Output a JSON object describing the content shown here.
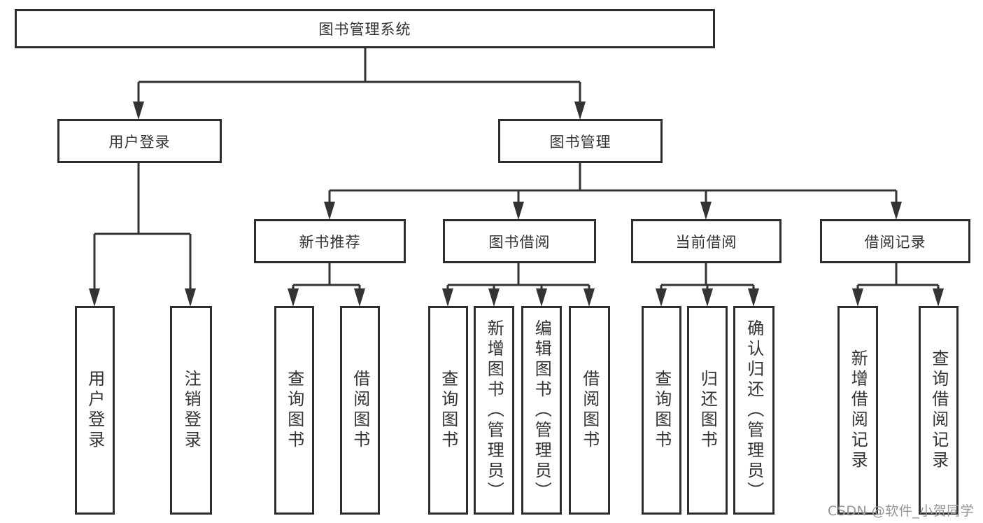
{
  "colors": {
    "background": "#ffffff",
    "line": "#333333",
    "border": "#2e2e2e",
    "text": "#333333",
    "watermark": "#969696"
  },
  "diagram": {
    "root": {
      "label": "图书管理系统"
    },
    "level2": [
      {
        "label": "用户登录"
      },
      {
        "label": "图书管理"
      }
    ],
    "level3": [
      {
        "label": "新书推荐"
      },
      {
        "label": "图书借阅"
      },
      {
        "label": "当前借阅"
      },
      {
        "label": "借阅记录"
      }
    ],
    "leaves": [
      {
        "label": "用户登录"
      },
      {
        "label": "注销登录"
      },
      {
        "label": "查询图书"
      },
      {
        "label": "借阅图书"
      },
      {
        "label": "查询图书"
      },
      {
        "label": "新增图书（管理员）"
      },
      {
        "label": "编辑图书（管理员）"
      },
      {
        "label": "借阅图书"
      },
      {
        "label": "查询图书"
      },
      {
        "label": "归还图书"
      },
      {
        "label": "确认归还（管理员）"
      },
      {
        "label": "新增借阅记录"
      },
      {
        "label": "查询借阅记录"
      }
    ]
  },
  "watermark": {
    "text": "CSDN @软件_小贺同学"
  }
}
